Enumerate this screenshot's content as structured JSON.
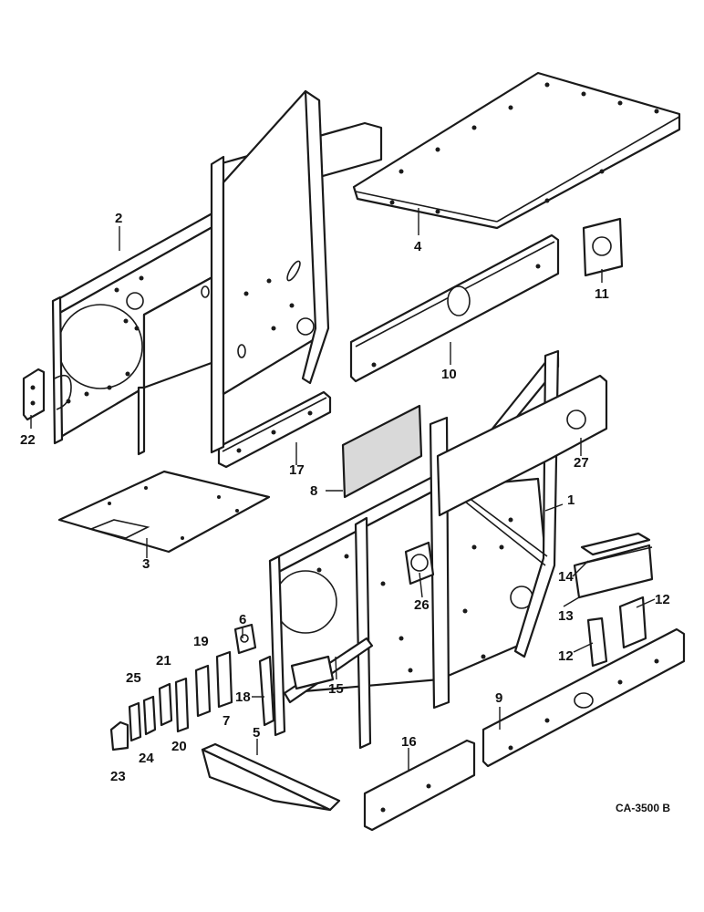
{
  "drawing": {
    "code": "CA-3500 B",
    "callouts": [
      "1",
      "2",
      "3",
      "4",
      "5",
      "6",
      "7",
      "8",
      "9",
      "10",
      "11",
      "12",
      "12",
      "13",
      "14",
      "15",
      "16",
      "17",
      "18",
      "19",
      "20",
      "21",
      "22",
      "23",
      "24",
      "25",
      "26",
      "27"
    ]
  }
}
